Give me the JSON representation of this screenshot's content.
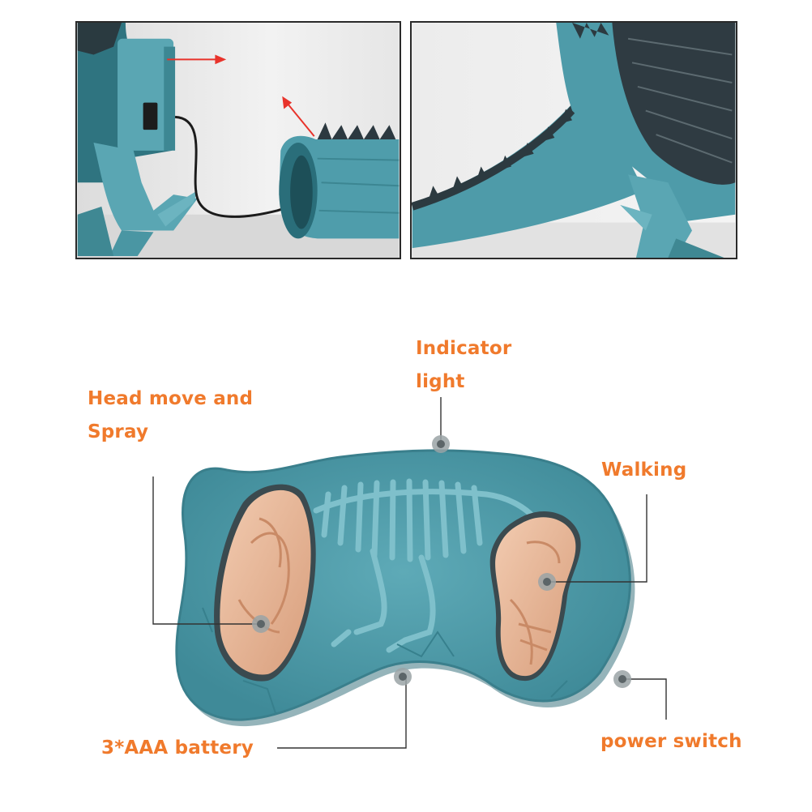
{
  "photos": {
    "left_panel": {
      "depicts": "dinosaur-tail-connector-detail"
    },
    "right_panel": {
      "depicts": "dinosaur-tail-assembled-detail"
    }
  },
  "remote": {
    "callouts": {
      "indicator_light": "Indicator light",
      "head_move_spray": "Head move and Spray",
      "walking": "Walking",
      "battery": "3*AAA battery",
      "power_switch": "power switch"
    }
  },
  "colors": {
    "label_orange": "#f07a2c",
    "remote_teal": "#4e98a6",
    "button_peach": "#e8b896",
    "arrow_red": "#e8332b",
    "leader_line": "#333333"
  }
}
